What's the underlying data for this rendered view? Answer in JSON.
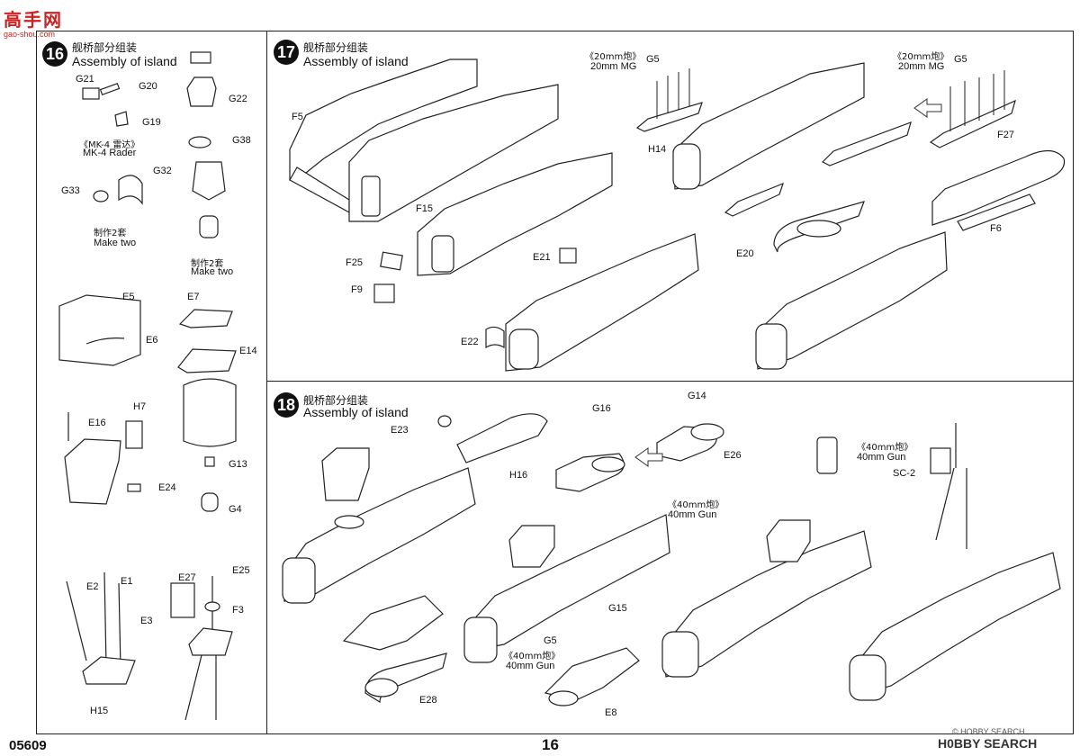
{
  "logo": {
    "text": "高手网",
    "url": "gao-shou.com"
  },
  "steps": [
    {
      "number": "16",
      "title_cn": "舰桥部分组装",
      "title_en": "Assembly of island"
    },
    {
      "number": "17",
      "title_cn": "舰桥部分组装",
      "title_en": "Assembly of island"
    },
    {
      "number": "18",
      "title_cn": "舰桥部分组装",
      "title_en": "Assembly of island"
    }
  ],
  "step16": {
    "parts": {
      "g21": "G21",
      "g20": "G20",
      "g19": "G19",
      "g22": "G22",
      "g38": "G38",
      "g32": "G32",
      "g33": "G33",
      "e5": "E5",
      "e6": "E6",
      "e7": "E7",
      "e14": "E14",
      "e16": "E16",
      "h7": "H7",
      "e24": "E24",
      "g13": "G13",
      "g4": "G4",
      "e2": "E2",
      "e1": "E1",
      "e3": "E3",
      "h15": "H15",
      "e27": "E27",
      "e25": "E25",
      "f3": "F3"
    },
    "mk4_cn": "《MK-4 雷达》",
    "mk4_en": "MK-4 Rader",
    "make_two_cn_1": "制作2套",
    "make_two_en_1": "Make two",
    "make_two_cn_2": "制作2套",
    "make_two_en_2": "Make two"
  },
  "step17": {
    "parts": {
      "f5": "F5",
      "f15": "F15",
      "f25": "F25",
      "f9": "F9",
      "e21": "E21",
      "e22": "E22",
      "g5a": "G5",
      "h14": "H14",
      "g5b": "G5",
      "f27": "F27",
      "f6": "F6",
      "e20": "E20"
    },
    "mg_cn_1": "《20mm炮》",
    "mg_en_1": "20mm MG",
    "mg_cn_2": "《20mm炮》",
    "mg_en_2": "20mm MG"
  },
  "step18": {
    "parts": {
      "e23": "E23",
      "h16": "H16",
      "g16": "G16",
      "g14": "G14",
      "e26": "E26",
      "g15": "G15",
      "g5": "G5",
      "e28": "E28",
      "e8": "E8",
      "sc2": "SC-2"
    },
    "gun_cn_1": "《40mm炮》",
    "gun_en_1": "40mm Gun",
    "gun_cn_2": "《40mm炮》",
    "gun_en_2": "40mm Gun",
    "gun_cn_3": "《40mm炮》",
    "gun_en_3": "40mm Gun"
  },
  "footer": {
    "code": "05609",
    "page": "16",
    "brand": "H0BBY SEARCH",
    "copyright": "© HOBBY SEARCH"
  }
}
